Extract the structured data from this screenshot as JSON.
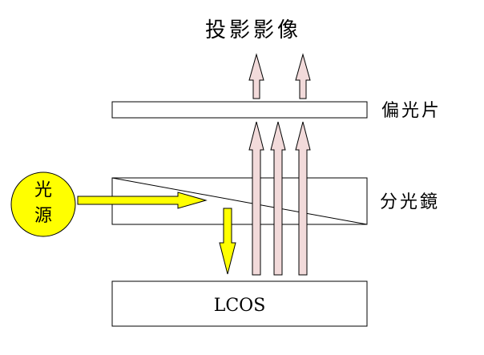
{
  "title": "投影影像",
  "labels": {
    "polarizer": "偏光片",
    "beam_splitter": "分光鏡",
    "light_source_line1": "光",
    "light_source_line2": "源",
    "lcos": "LCOS"
  },
  "colors": {
    "background": "#ffffff",
    "outline": "#000000",
    "light_source_fill": "#ffff00",
    "input_arrow_fill": "#ffff00",
    "reflected_arrow_fill": "#f2dada",
    "output_arrow_fill": "#f2dada"
  }
}
